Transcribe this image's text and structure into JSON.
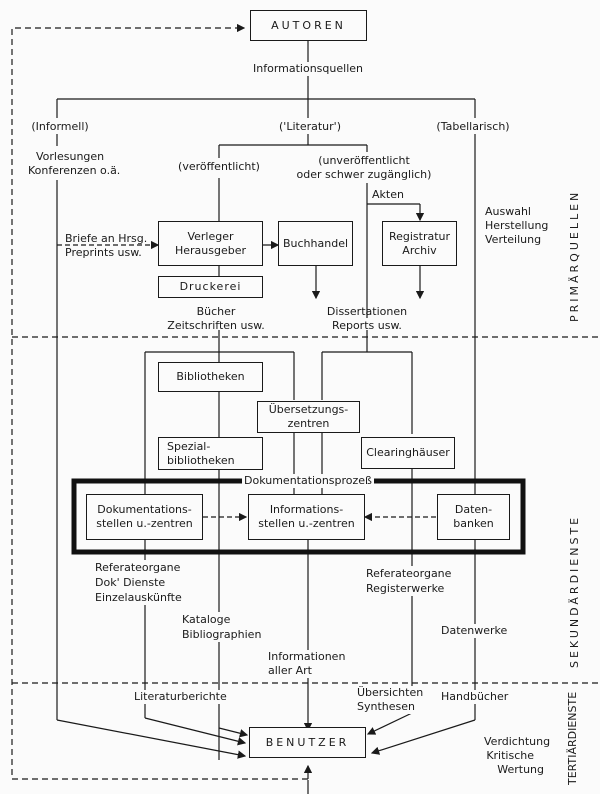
{
  "nodes": {
    "autoren": "AUTOREN",
    "informationsquellen": "Informationsquellen",
    "informell": "(Informell)",
    "literatur": "('Literatur')",
    "tabellarisch": "(Tabellarisch)",
    "vorlesungen": [
      "Vorlesungen",
      "Konferenzen o.ä."
    ],
    "veroeffentlicht": "(veröffentlicht)",
    "unveroeffentlicht": [
      "(unveröffentlicht",
      "oder schwer zugänglich)"
    ],
    "akten": "Akten",
    "briefe": [
      "Briefe an Hrsg.",
      "Preprints usw."
    ],
    "verleger": [
      "Verleger",
      "Herausgeber"
    ],
    "buchhandel": "Buchhandel",
    "registratur": [
      "Registratur",
      "Archiv"
    ],
    "auswahl": [
      "Auswahl",
      "Herstellung",
      "Verteilung"
    ],
    "druckerei": "Druckerei",
    "buecher": [
      "Bücher",
      "Zeitschriften usw."
    ],
    "dissertationen": [
      "Dissertationen",
      "Reports usw."
    ],
    "bibliotheken": "Bibliotheken",
    "uebersetzung": [
      "Übersetzungs-",
      "zentren"
    ],
    "spezial": [
      "Spezial-",
      "bibliotheken"
    ],
    "clearing": "Clearinghäuser",
    "dokprozess": "Dokumentationsprozeß",
    "dokstellen": [
      "Dokumentations-",
      "stellen u.-zentren"
    ],
    "infostellen": [
      "Informations-",
      "stellen u.-zentren"
    ],
    "datenbanken": [
      "Daten-",
      "banken"
    ],
    "referate1": [
      "Referateorgane",
      "Dok' Dienste",
      "Einzelauskünfte"
    ],
    "kataloge": [
      "Kataloge",
      "Bibliographien"
    ],
    "infoaller": [
      "Informationen",
      "aller  Art"
    ],
    "referate2": [
      "Referateorgane",
      "Registerwerke"
    ],
    "datenwerke": "Datenwerke",
    "literaturberichte": "Literaturberichte",
    "uebersichten": [
      "Übersichten",
      "Synthesen"
    ],
    "handbuecher": "Handbücher",
    "benutzer": "BENUTZER",
    "verdichtung": [
      "Verdichtung",
      "Kritische",
      "Wertung"
    ]
  },
  "zones": {
    "primaer": "PRIMÄRQUELLEN",
    "sekundaer": "SEKUNDÄRDIENSTE",
    "tertiaer": "TERTIÄRDIENSTE"
  },
  "colors": {
    "ink": "#1a1a1a",
    "paper": "#fbfbfb"
  }
}
